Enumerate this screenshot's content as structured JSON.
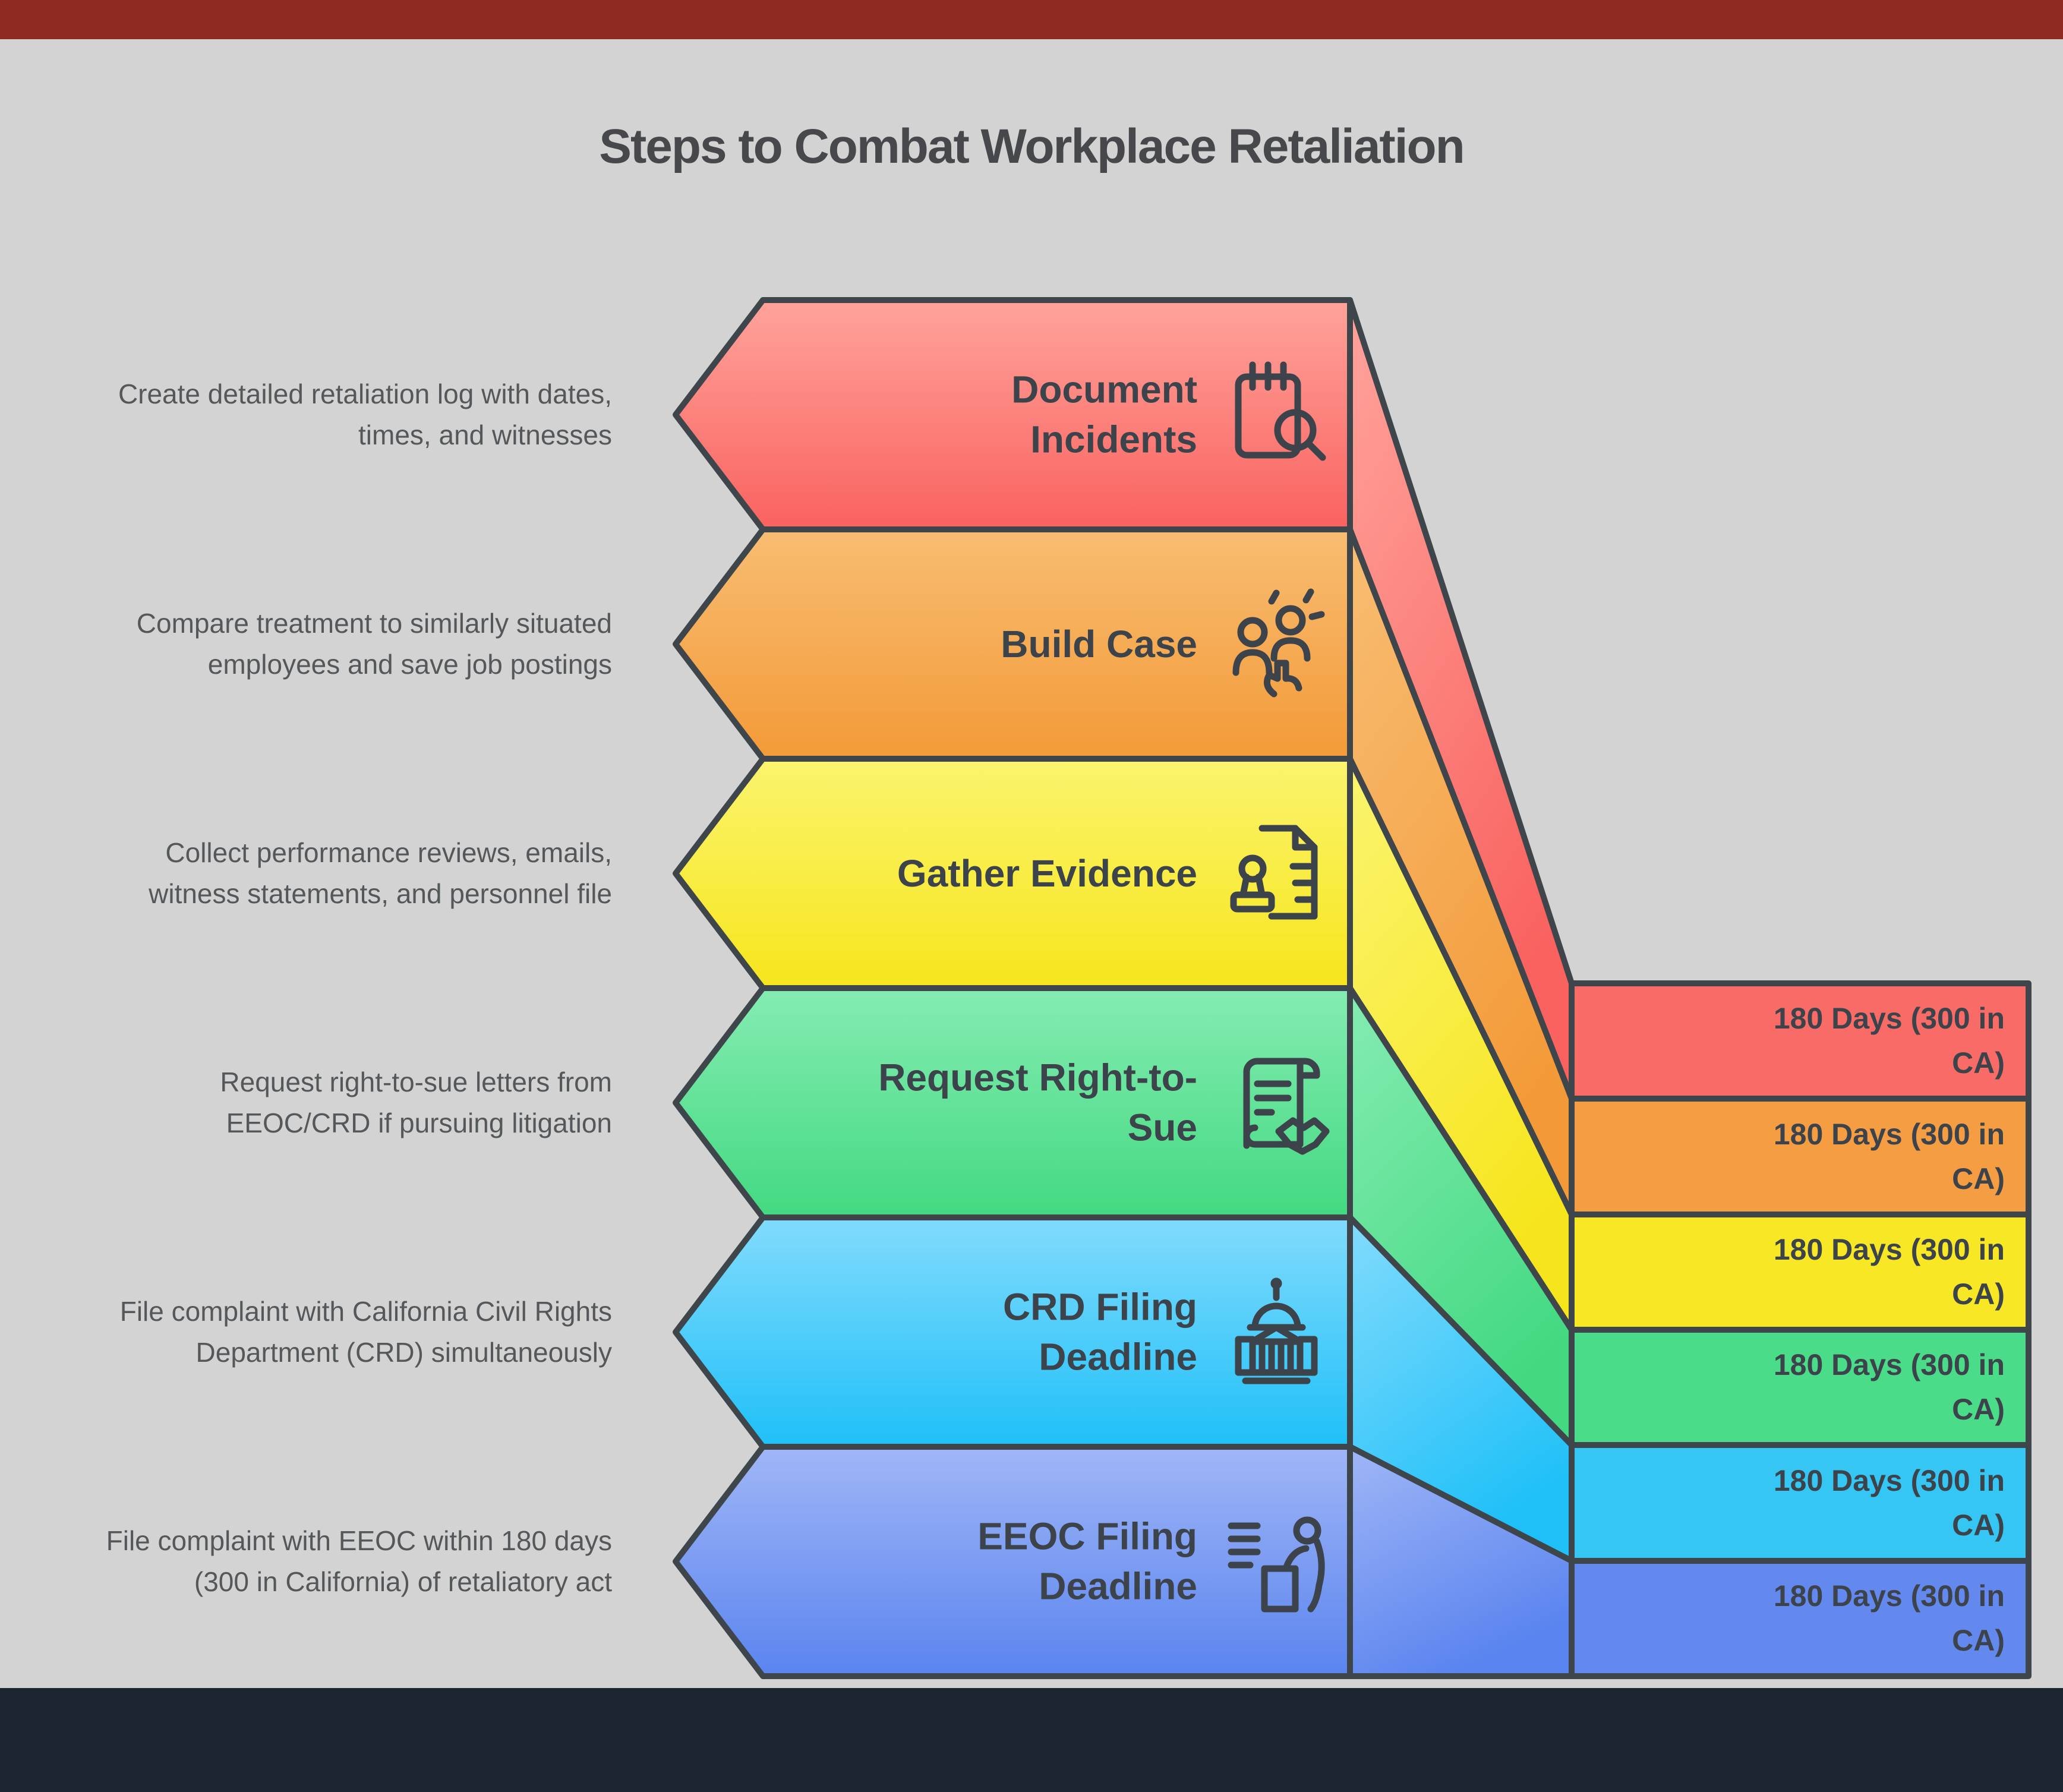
{
  "title": "Steps to Combat Workplace Retaliation",
  "colors": {
    "background": "#d3d3d3",
    "border": "#3f464b",
    "footer": "#1c2530",
    "top_strip": "#8f2a22",
    "title": "#46484b",
    "text_dark": "#3c434a",
    "text_muted": "#55585b"
  },
  "steps": [
    {
      "label": "Document Incidents",
      "description": "Create detailed retaliation log with dates, times, and witnesses",
      "duration": "180 Days (300 in CA)",
      "icon": "notepad-magnifier-icon",
      "colors": {
        "light": "#ffa39b",
        "base": "#f9625f",
        "box": "#f96b66"
      }
    },
    {
      "label": "Build Case",
      "description": "Compare treatment to similarly situated employees and save job postings",
      "duration": "180 Days (300 in CA)",
      "icon": "people-point-icon",
      "colors": {
        "light": "#f8bd72",
        "base": "#f39a38",
        "box": "#f49d42"
      }
    },
    {
      "label": "Gather Evidence",
      "description": "Collect performance reviews, emails, witness statements, and personnel file",
      "duration": "180 Days (300 in CA)",
      "icon": "document-stamp-icon",
      "colors": {
        "light": "#fbf46e",
        "base": "#f6e51c",
        "box": "#f7e725"
      }
    },
    {
      "label": "Request Right-to-Sue",
      "description": "Request right-to-sue letters from EEOC/CRD if pursuing litigation",
      "duration": "180 Days (300 in CA)",
      "icon": "scroll-handshake-icon",
      "colors": {
        "light": "#85ecb2",
        "base": "#43d981",
        "box": "#4bdc8a"
      }
    },
    {
      "label": "CRD Filing Deadline",
      "description": "File complaint with California Civil Rights Department (CRD) simultaneously",
      "duration": "180 Days (300 in CA)",
      "icon": "capitol-icon",
      "colors": {
        "light": "#82dbfc",
        "base": "#1fc0f8",
        "box": "#35c6f4"
      }
    },
    {
      "label": "EEOC Filing Deadline",
      "description": "File complaint with EEOC within 180 days (300 in California) of retaliatory act",
      "duration": "180 Days (300 in CA)",
      "icon": "person-desk-icon",
      "colors": {
        "light": "#a0b6f6",
        "base": "#5a84ef",
        "box": "#6389ee"
      }
    }
  ]
}
